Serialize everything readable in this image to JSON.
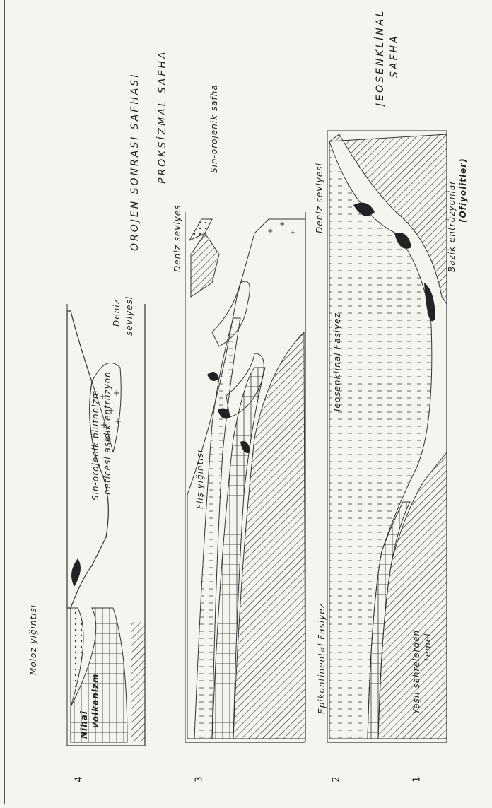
{
  "panels": [
    {
      "number": "4",
      "title": "OROJEN SONRASI SAFHASI",
      "labels": {
        "moloz": "Moloz yığıntısı",
        "nihai": "Nihaî",
        "volkanizm": "volkanizm",
        "sin_oro_1": "Sın-orojenik plutonizm",
        "sin_oro_2": "neticesi asidik entruzyon",
        "deniz": "Deniz",
        "seviyesi": "seviyesi"
      }
    },
    {
      "number": "3",
      "title": "PROKSİZMAL SAFHA",
      "subtitle": "Sın-orojenik safha",
      "labels": {
        "flis": "Fliş yığıntısı",
        "deniz": "Deniz seviyes"
      }
    },
    {
      "number": "2",
      "title": "JEOSENKLİNAL",
      "title2": "SAFHA",
      "labels": {
        "epi": "Epikontinental Fasiyez",
        "jeo": "Jeosenklinal Fasiyez",
        "deniz": "Deniz seviyesi",
        "bazik": "Bazik entrüzyonlar",
        "ofiyolit": "(Ofiyolitler)",
        "yasli1": "Yaşlı sahrelerden",
        "yasli2": "temel"
      }
    },
    {
      "number": "1"
    }
  ]
}
